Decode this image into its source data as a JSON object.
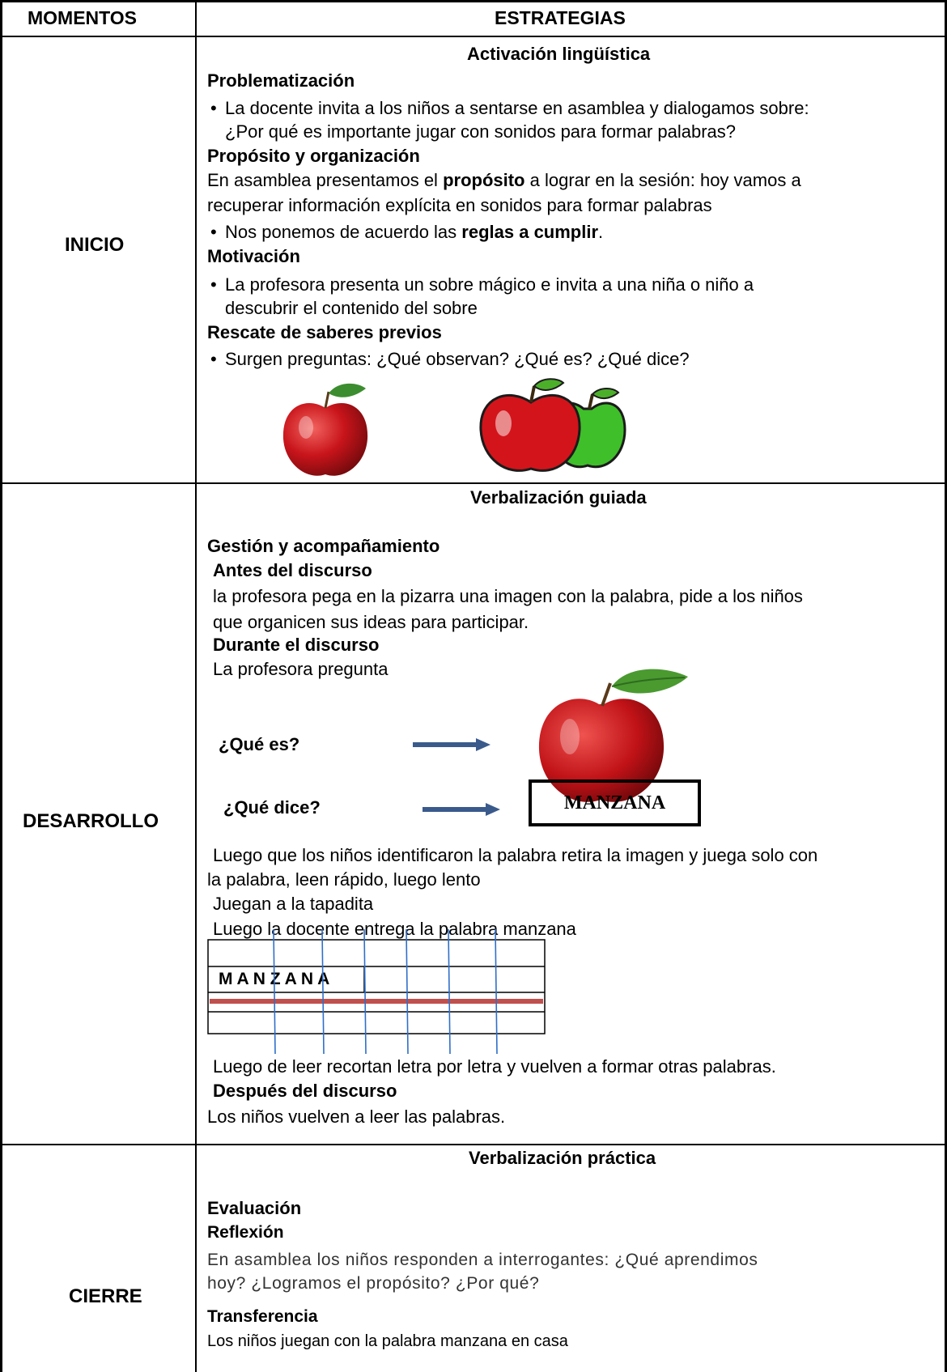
{
  "headers": {
    "momentos": "MOMENTOS",
    "estrategias": "ESTRATEGIAS"
  },
  "inicio": {
    "moment": "INICIO",
    "title": "Activación lingüística",
    "problematizacion_title": "Problematización",
    "problematizacion_l1": "La docente invita a los niños a sentarse en asamblea y dialogamos sobre:",
    "problematizacion_l2": "¿Por qué es importante jugar con sonidos para formar palabras?",
    "proposito_title": "Propósito y organización",
    "proposito_l1_a": "En asamblea presentamos el ",
    "proposito_l1_b": "propósito",
    "proposito_l1_c": " a lograr en la sesión: hoy vamos a",
    "proposito_l2": "recuperar información explícita en sonidos para formar palabras",
    "reglas_a": "Nos ponemos de acuerdo las ",
    "reglas_b": "reglas a cumplir",
    "reglas_c": ".",
    "motivacion_title": "Motivación",
    "motivacion_l1": "La profesora presenta un sobre mágico e invita a una niña o niño a",
    "motivacion_l2": "descubrir el contenido del sobre",
    "rescate_title": "Rescate de saberes previos",
    "rescate_l1": "Surgen preguntas: ¿Qué observan? ¿Qué es? ¿Qué dice?"
  },
  "desarrollo": {
    "moment": "DESARROLLO",
    "title": "Verbalización guiada",
    "gestion_title": "Gestión y acompañamiento",
    "antes_title": "Antes del discurso",
    "antes_l1": "la profesora pega en la pizarra una imagen con la palabra, pide a los niños",
    "antes_l2": "que organicen sus ideas para participar.",
    "durante_title": "Durante el discurso",
    "durante_l1": "La profesora pregunta",
    "q1": "¿Qué es?",
    "q2": "¿Qué dice?",
    "word_card": "MANZANA",
    "luego_l1": "Luego que los niños identificaron la palabra retira la imagen y juega solo con",
    "luego_l2": "la palabra, leen rápido, luego lento",
    "juegan": "Juegan a la tapadita",
    "entrega": "Luego la docente entrega la palabra manzana",
    "grid_word": "M A N Z A N A",
    "recortan": "Luego de leer recortan letra por letra y vuelven a formar otras palabras.",
    "despues_title": "Después del discurso",
    "despues_l1": "Los niños vuelven a leer las palabras."
  },
  "cierre": {
    "moment": "CIERRE",
    "title": "Verbalización práctica",
    "evaluacion_title": "Evaluación",
    "reflexion_title": "Reflexión",
    "reflexion_l1": "En asamblea los niños responden a interrogantes: ¿Qué aprendimos",
    "reflexion_l2": "hoy? ¿Logramos el propósito? ¿Por qué?",
    "transferencia_title": "Transferencia",
    "transferencia_l1": "Los niños juegan con la palabra manzana en casa"
  },
  "colors": {
    "arrow": "#3a5a8c",
    "apple_red": "#c8141b",
    "apple_green": "#3fbf2a",
    "grid_blue": "#2f6fc9",
    "grid_red": "#c0504d"
  }
}
